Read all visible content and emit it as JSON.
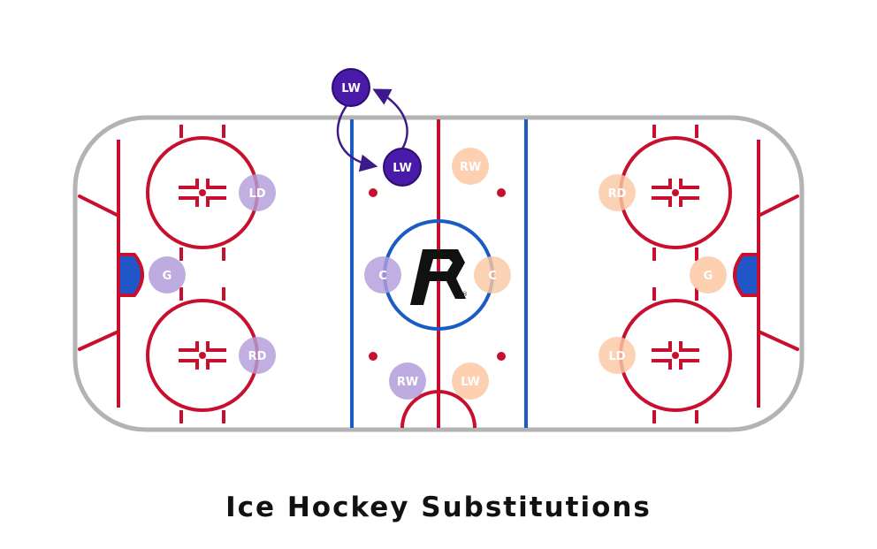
{
  "caption": "Ice Hockey Substitutions",
  "colors": {
    "red_line": "#c8102e",
    "blue_line": "#1a5bc4",
    "boards": "#b3b3b3",
    "crease": "#1f56c8",
    "team_purple": "#b39ddb",
    "team_orange": "#fbc8a3",
    "active_purple": "#4a1aa8"
  },
  "logo": {
    "letter": "R",
    "mark": "®"
  },
  "players": {
    "lw_bench": "LW",
    "lw_ice": "LW",
    "purple_ld": "LD",
    "purple_rd": "RD",
    "purple_g": "G",
    "purple_c": "C",
    "purple_rw": "RW",
    "orange_rw": "RW",
    "orange_c": "C",
    "orange_lw": "LW",
    "orange_rd": "RD",
    "orange_ld": "LD",
    "orange_g": "G"
  }
}
